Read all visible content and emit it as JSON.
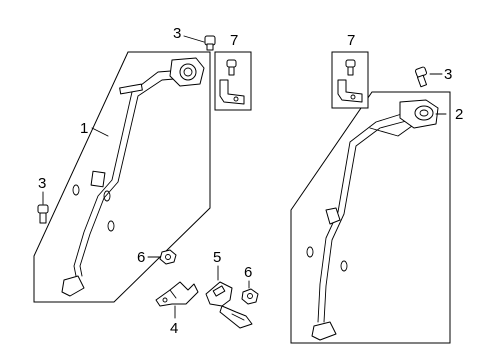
{
  "callouts": {
    "left_assembly": "1",
    "right_assembly": "2",
    "bolt_top_left": "3",
    "bolt_left_side": "3",
    "bolt_right": "3",
    "buckle_left": "4",
    "buckle_right": "5",
    "nut_left": "6",
    "nut_right": "6",
    "guide_box_left": "7",
    "guide_box_right": "7"
  }
}
